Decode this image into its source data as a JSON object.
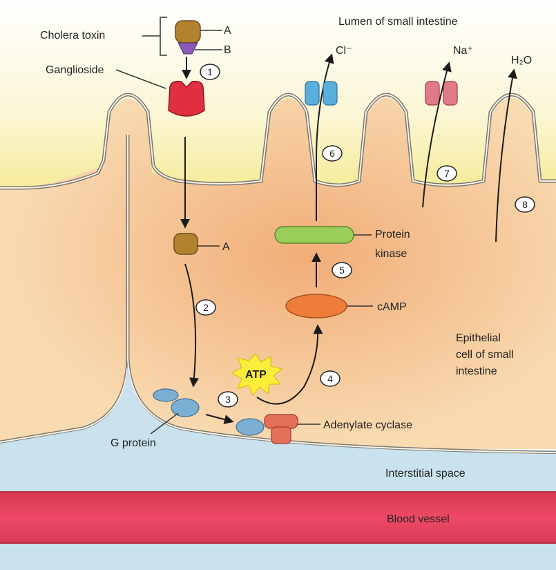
{
  "labels": {
    "cholera_toxin": "Cholera toxin",
    "subunit_a": "A",
    "subunit_b": "B",
    "ganglioside": "Ganglioside",
    "lumen": "Lumen of small intestine",
    "chloride": "Cl⁻",
    "sodium": "Na⁺",
    "water": "H₂O",
    "a_subunit_free": "A",
    "protein_kinase_line1": "Protein",
    "protein_kinase_line2": "kinase",
    "camp": "cAMP",
    "atp": "ATP",
    "epithelial_line1": "Epithelial",
    "epithelial_line2": "cell of small",
    "epithelial_line3": "intestine",
    "g_protein": "G protein",
    "adenylate_cyclase": "Adenylate cyclase",
    "interstitial_space": "Interstitial space",
    "blood_vessel": "Blood vessel"
  },
  "steps": [
    "1",
    "2",
    "3",
    "4",
    "5",
    "6",
    "7",
    "8"
  ],
  "colors": {
    "lumen": "#f6f0b8",
    "cell_cytoplasm": "#f8d7ad",
    "cell_core_glow": "#f3b47e",
    "interstitial": "#c9e2ee",
    "blood_vessel": "#e43b5a",
    "toxin_a": "#b2832f",
    "toxin_b": "#8a5bb8",
    "ganglioside": "#e0303f",
    "chloride_channel": "#5aaedc",
    "sodium_channel": "#e27b88",
    "protein_kinase": "#9acd5a",
    "camp": "#ee7d3c",
    "atp": "#fbee3a",
    "g_protein": "#7aaed2",
    "adenylate_cyclase": "#e5705a"
  }
}
